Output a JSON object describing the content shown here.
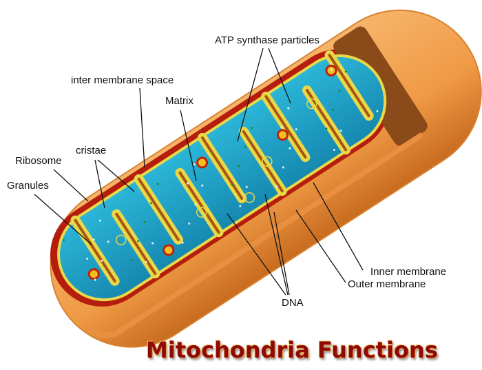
{
  "labels": {
    "atp": "ATP synthase particles",
    "intermembrane": "inter membrane space",
    "matrix": "Matrix",
    "cristae": "cristae",
    "ribosome": "Ribosome",
    "granules": "Granules",
    "inner": "Inner membrane",
    "outer": "Outer membrane",
    "dna": "DNA"
  },
  "title": "Mitochondria Functions",
  "colors": {
    "outer_membrane": "#f0a050",
    "matrix": "#1ea5c8",
    "cristae": "#e8d84a",
    "intermembrane": "#c0220c",
    "title": "#8c0a08"
  }
}
